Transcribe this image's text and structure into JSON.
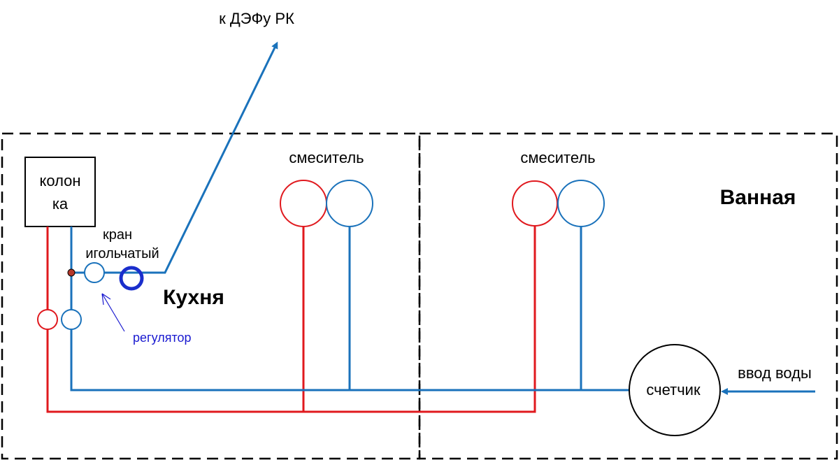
{
  "labels": {
    "dep_target": "к ДЭФу РК",
    "mixer_kitchen": "смеситель",
    "mixer_bath": "смеситель",
    "heater_line1": "колон",
    "heater_line2": "ка",
    "valve_line1": "кран",
    "valve_line2": "игольчатый",
    "regulator": "регулятор",
    "kitchen": "Кухня",
    "bathroom": "Ванная",
    "meter": "счетчик",
    "water_inlet": "ввод воды"
  },
  "colors": {
    "hot": "#e0191e",
    "cold": "#1a72bb",
    "regulator_text": "#1a1ad0",
    "valve_ring": "#1a2ecc",
    "junction": "#b5382a",
    "outline": "#000000"
  }
}
